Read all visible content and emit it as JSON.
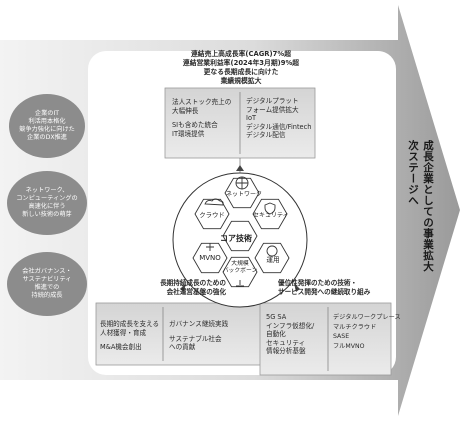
{
  "side_ovals": [
    {
      "lines": [
        "企業のIT",
        "利活用本格化",
        "競争力強化に向けた",
        "企業のDX推進"
      ]
    },
    {
      "lines": [
        "ネットワーク、",
        "コンピューティングの",
        "高速化に伴う",
        "新しい技術の萌芽"
      ]
    },
    {
      "lines": [
        "会社ガバナンス・",
        "サステナビリティ",
        "推進での",
        "持続的成長"
      ]
    }
  ],
  "top_goal": {
    "lines": [
      "連結売上高成長率(CAGR)7%超",
      "連結営業利益率(2024年3月期)9%超",
      "更なる長期成長に向けた",
      "業績規模拡大"
    ]
  },
  "top_box": {
    "left": [
      "法人ストック売上の",
      "大幅伸長",
      "SIも含めた統合",
      "IT環境提供"
    ],
    "right": [
      "デジタルプラット",
      "フォーム提供拡大",
      "IoT",
      "デジタル通信/Fintech",
      "デジタル配信"
    ]
  },
  "core": {
    "title": "コア技術",
    "hexes": [
      "ネットワーク",
      "クラウド",
      "セキュリティ",
      "MVNO",
      "運用",
      "大規模\nバックボーン"
    ]
  },
  "bottom_left_heading": {
    "lines": [
      "長期持続成長のための",
      "会社運営基盤の強化"
    ]
  },
  "bottom_left_box": {
    "left": [
      "長期的成長を支える",
      "人材獲得・育成",
      "M&A機会創出"
    ],
    "right": [
      "ガバナンス継続実践",
      "サステナブル社会",
      "への貢献"
    ]
  },
  "bottom_right_heading": {
    "lines": [
      "優位性発揮のための技術・",
      "サービス開発への継続取り組み"
    ]
  },
  "bottom_right_box": {
    "left": [
      "5G SA",
      "インフラ仮想化/",
      "自動化",
      "セキュリティ",
      "情報分析基盤"
    ],
    "right": [
      "デジタルワークプレース",
      "マルチクラウド",
      "SASE",
      "フルMVNO"
    ]
  },
  "arrow_label": {
    "lines": [
      "成長企業としての事業拡大",
      "次ステージへ"
    ]
  }
}
